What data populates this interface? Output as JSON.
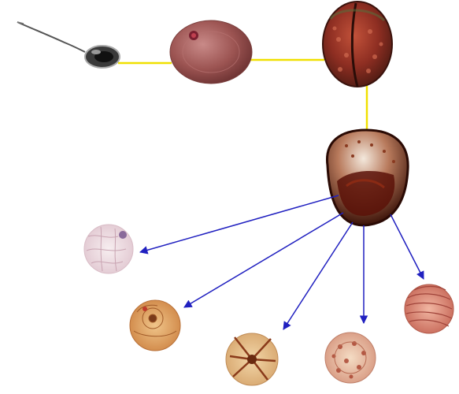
{
  "diagram": {
    "stages": [
      {
        "id": "sperm",
        "icon": "sperm-cell-icon"
      },
      {
        "id": "egg",
        "icon": "egg-cell-icon"
      },
      {
        "id": "zygote",
        "icon": "fertilized-egg-icon"
      },
      {
        "id": "blastocyst",
        "icon": "blastocyst-icon"
      }
    ],
    "differentiated_cells": [
      {
        "id": "adipose",
        "icon": "adipose-tissue-icon"
      },
      {
        "id": "epithelial",
        "icon": "epithelial-tissue-icon"
      },
      {
        "id": "nerve",
        "icon": "nerve-cell-icon"
      },
      {
        "id": "bone",
        "icon": "bone-tissue-icon"
      },
      {
        "id": "muscle",
        "icon": "muscle-tissue-icon"
      }
    ],
    "colors": {
      "connector": "#f0e000",
      "arrow": "#2020c0"
    }
  }
}
